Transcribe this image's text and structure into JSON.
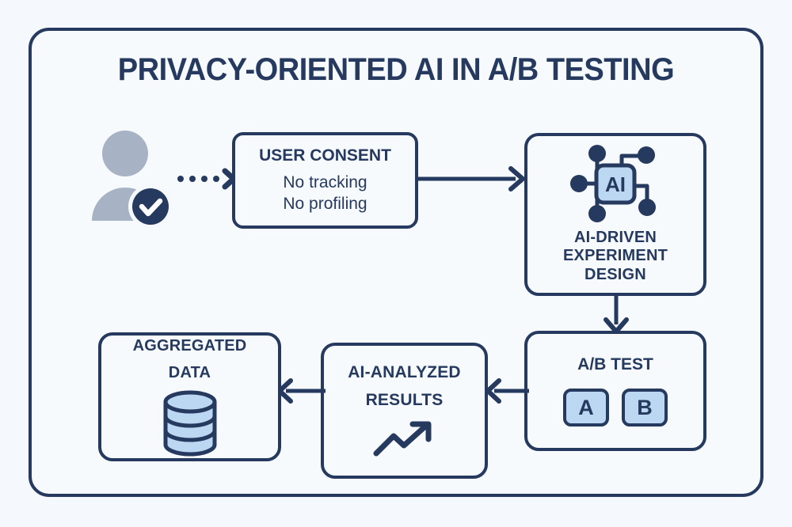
{
  "diagram": {
    "title": "PRIVACY-ORIENTED AI IN A/B TESTING",
    "palette": {
      "background": "#f5f8fc",
      "panel": "#f7fafd",
      "stroke": "#26395e",
      "accent_light_blue": "#bcd7f2",
      "avatar_gray": "#a7b3c4",
      "check_badge": "#26395e",
      "check_mark": "#ffffff"
    },
    "actor": {
      "name": "consented-user",
      "icon": "user-avatar-icon",
      "badge_icon": "check-badge-icon"
    },
    "connectors": [
      {
        "name": "user-to-consent",
        "style": "dotted",
        "direction": "right"
      },
      {
        "name": "consent-to-ai",
        "style": "solid",
        "direction": "right"
      },
      {
        "name": "ai-to-abtest",
        "style": "solid",
        "direction": "down"
      },
      {
        "name": "abtest-to-results",
        "style": "solid",
        "direction": "left"
      },
      {
        "name": "results-to-aggdata",
        "style": "solid",
        "direction": "left"
      }
    ],
    "nodes": {
      "consent": {
        "title": "USER CONSENT",
        "lines": [
          "No tracking",
          "No profiling"
        ]
      },
      "ai_design": {
        "icon": "ai-chip-icon",
        "chip_label": "AI",
        "title_lines": [
          "AI-DRIVEN",
          "EXPERIMENT",
          "DESIGN"
        ]
      },
      "ab_test": {
        "title": "A/B TEST",
        "variants": [
          "A",
          "B"
        ]
      },
      "results": {
        "title_lines": [
          "AI-ANALYZED",
          "RESULTS"
        ],
        "icon": "trend-up-icon"
      },
      "aggregated_data": {
        "title_lines": [
          "AGGREGATED",
          "DATA"
        ],
        "icon": "database-icon"
      }
    }
  }
}
